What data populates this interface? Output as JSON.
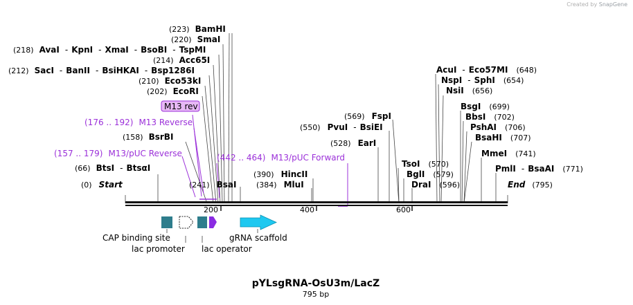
{
  "credit": {
    "prefix": "Created by",
    "brand": "SnapGene"
  },
  "title": "pYLsgRNA-OsU3m/LacZ",
  "length_label": "795 bp",
  "axis": {
    "ticks": [
      "200",
      "400",
      "600"
    ]
  },
  "sites": {
    "start": {
      "pos": "(0)",
      "name": "Start"
    },
    "btsi": {
      "pos": "(66)",
      "a": "BtsI",
      "b": "BtsαI"
    },
    "bsrbi": {
      "pos": "(158)",
      "name": "BsrBI"
    },
    "ecori": {
      "pos": "(202)",
      "name": "EcoRI"
    },
    "eco53ki": {
      "pos": "(210)",
      "name": "Eco53kI"
    },
    "saci": {
      "pos": "(212)",
      "a": "SacI",
      "b": "BanII",
      "c": "BsiHKAI",
      "d": "Bsp1286I"
    },
    "acc65i": {
      "pos": "(214)",
      "name": "Acc65I"
    },
    "avai": {
      "pos": "(218)",
      "a": "AvaI",
      "b": "KpnI",
      "c": "XmaI",
      "d": "BsoBI",
      "e": "TspMI"
    },
    "smai": {
      "pos": "(220)",
      "name": "SmaI"
    },
    "bamhi": {
      "pos": "(223)",
      "name": "BamHI"
    },
    "bsai": {
      "pos": "(241)",
      "name": "BsaI"
    },
    "mlui": {
      "pos": "(384)",
      "name": "MluI"
    },
    "hincii": {
      "pos": "(390)",
      "name": "HincII"
    },
    "eari": {
      "pos": "(528)",
      "name": "EarI"
    },
    "pvui": {
      "pos": "(550)",
      "a": "PvuI",
      "b": "BsiEI"
    },
    "fspi": {
      "pos": "(569)",
      "name": "FspI"
    },
    "tsoi": {
      "pos": "(570)",
      "name": "TsoI"
    },
    "bgli": {
      "pos": "(579)",
      "name": "BglI"
    },
    "drai": {
      "pos": "(596)",
      "name": "DraI"
    },
    "acui": {
      "pos": "(648)",
      "a": "AcuI",
      "b": "Eco57MI"
    },
    "nspi": {
      "pos": "(654)",
      "a": "NspI",
      "b": "SphI"
    },
    "nsii": {
      "pos": "(656)",
      "name": "NsiI"
    },
    "bsgi": {
      "pos": "(699)",
      "name": "BsgI"
    },
    "bbsi": {
      "pos": "(702)",
      "name": "BbsI"
    },
    "psha": {
      "pos": "(706)",
      "name": "PshAI"
    },
    "bsahi": {
      "pos": "(707)",
      "name": "BsaHI"
    },
    "mmei": {
      "pos": "(741)",
      "name": "MmeI"
    },
    "pmli": {
      "pos": "(771)",
      "a": "PmlI",
      "b": "BsaAI"
    },
    "end": {
      "name": "End",
      "pos": "(795)"
    }
  },
  "primers": {
    "m13rev": "M13 rev",
    "m13reverse": {
      "range": "(176 .. 192)",
      "name": "M13 Reverse"
    },
    "m13puc_rev": {
      "range": "(157 .. 179)",
      "name": "M13/pUC Reverse"
    },
    "m13puc_fwd": {
      "range": "(442 .. 464)",
      "name": "M13/pUC Forward"
    }
  },
  "features": {
    "cap": "CAP binding site",
    "lacp": "lac promoter",
    "laco": "lac operator",
    "grna": "gRNA scaffold"
  },
  "colors": {
    "primer": "#9b30d9",
    "cap_box": "#2e7d8c",
    "lacz_arrow": "#8a2be2",
    "grna": "#1ec8f0"
  }
}
